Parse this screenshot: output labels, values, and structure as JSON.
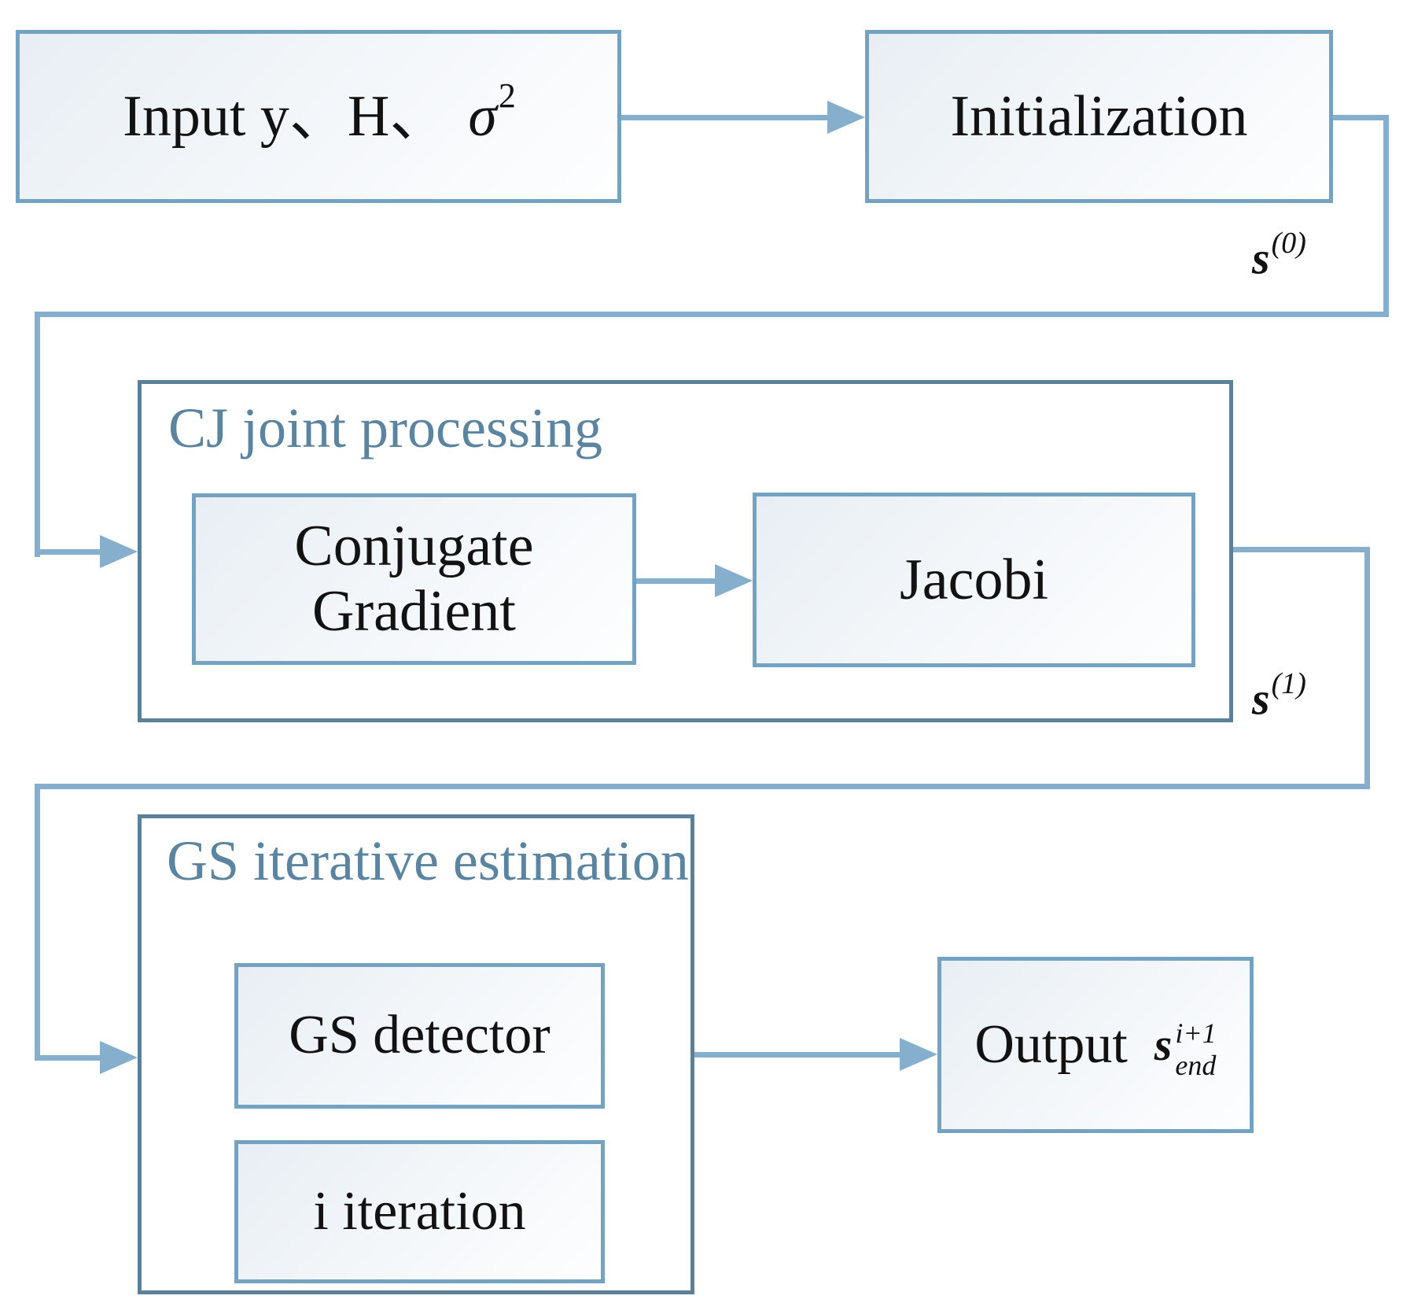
{
  "colors": {
    "connector": "#85AFCC",
    "box_border": "#74A3C2",
    "container_border": "#5C8098",
    "label_text": "#5B84A0",
    "ink": "#121212"
  },
  "nodes": {
    "input": {
      "text": "Input y、H、",
      "sigma": "σ",
      "sigma_exp": "2"
    },
    "initialization": {
      "label": "Initialization"
    },
    "conjugate_gradient": {
      "line1": "Conjugate",
      "line2": "Gradient"
    },
    "jacobi": {
      "label": "Jacobi"
    },
    "gs_detector": {
      "label": "GS detector"
    },
    "i_iteration": {
      "label": "i iteration"
    },
    "output": {
      "label": "Output",
      "var_base": "s",
      "var_sup": "i+1",
      "var_sub": "end"
    }
  },
  "containers": {
    "cj": {
      "label": "CJ joint processing"
    },
    "gs": {
      "label": "GS iterative estimation"
    }
  },
  "edge_labels": {
    "s0": {
      "base": "s",
      "sup": "(0)"
    },
    "s1": {
      "base": "s",
      "sup": "(1)"
    }
  }
}
